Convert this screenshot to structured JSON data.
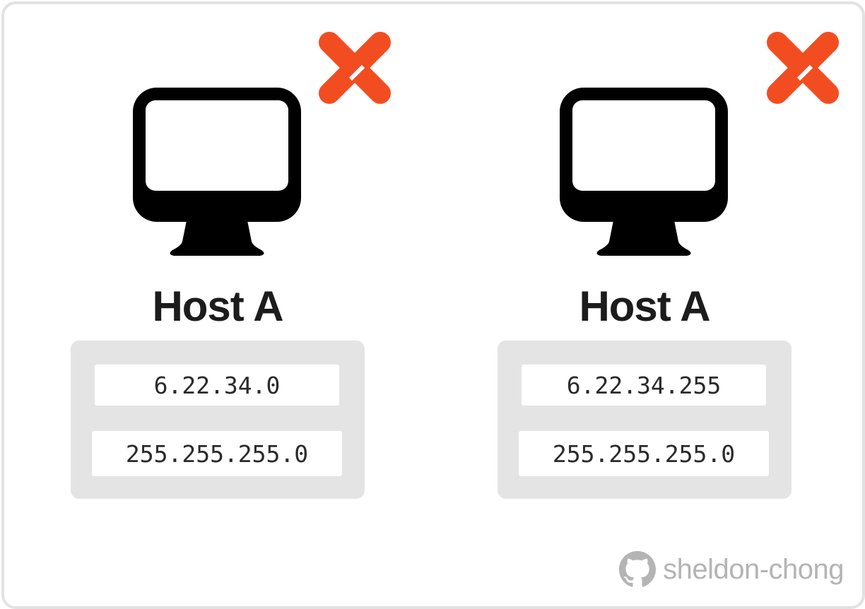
{
  "hosts": [
    {
      "label": "Host A",
      "ip_address": "6.22.34.0",
      "subnet_mask": "255.255.255.0",
      "status_icon": "invalid-x-icon"
    },
    {
      "label": "Host A",
      "ip_address": "6.22.34.255",
      "subnet_mask": "255.255.255.0",
      "status_icon": "invalid-x-icon"
    }
  ],
  "colors": {
    "invalid_mark": "#f24d21",
    "monitor": "#000000",
    "panel_bg": "#e4e4e4",
    "frame_border": "#e2e2e2",
    "watermark": "#b4b4b4"
  },
  "watermark": {
    "icon": "github-icon",
    "text": "sheldon-chong"
  }
}
